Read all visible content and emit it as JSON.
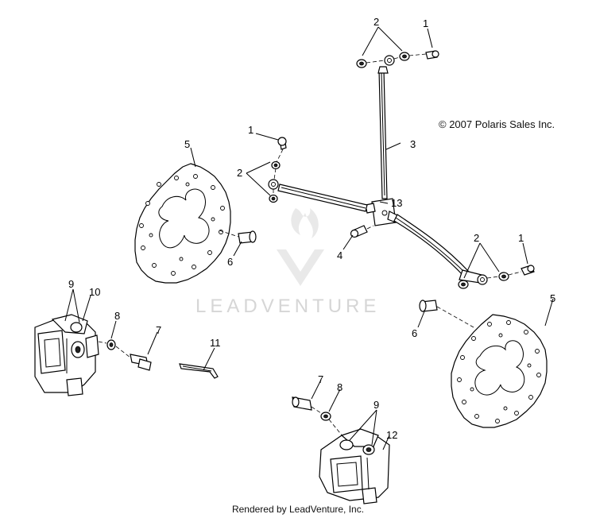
{
  "copyright": "© 2007 Polaris Sales Inc.",
  "footer": "Rendered by LeadVenture, Inc.",
  "watermark": "LEADVENTURE",
  "callouts": {
    "c2_top": "2",
    "c1_top": "1",
    "c3": "3",
    "c1_mid": "1",
    "c2_mid": "2",
    "c13": "13",
    "c4": "4",
    "c2_right": "2",
    "c1_right": "1",
    "c5_left": "5",
    "c6_left": "6",
    "c5_right": "5",
    "c6_right": "6",
    "c9_left": "9",
    "c10": "10",
    "c8_left": "8",
    "c7_left": "7",
    "c11": "11",
    "c7_right": "7",
    "c8_right": "8",
    "c9_right": "9",
    "c12": "12"
  }
}
